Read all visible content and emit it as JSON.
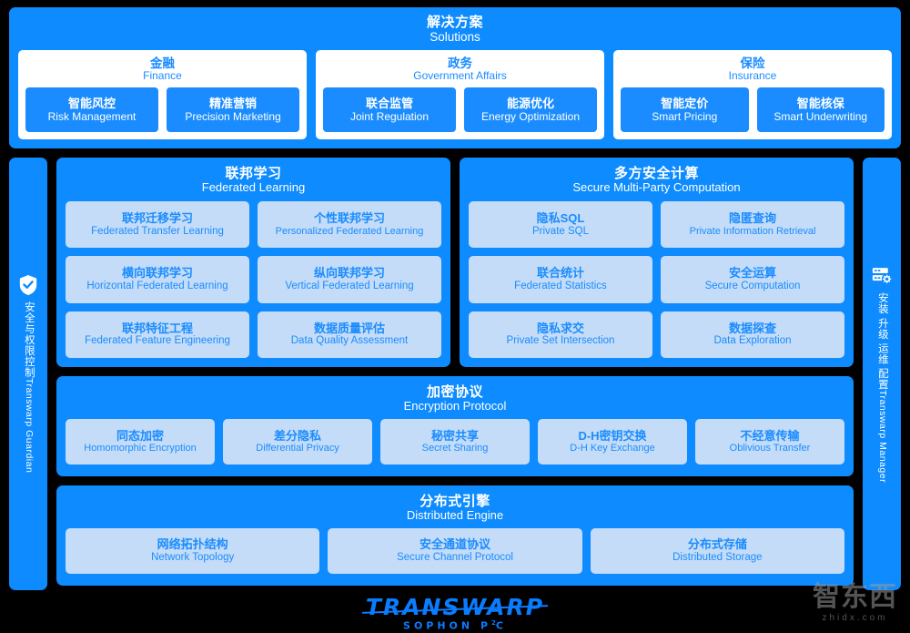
{
  "colors": {
    "background": "#000000",
    "panel_blue": "#0d8bff",
    "accent_blue": "#1a8cff",
    "chip_fill": "#c4dcf7",
    "white": "#ffffff",
    "logo_blue": "#0a7cff"
  },
  "solutions": {
    "cn": "解决方案",
    "en": "Solutions",
    "cards": [
      {
        "cn": "金融",
        "en": "Finance",
        "items": [
          {
            "cn": "智能风控",
            "en": "Risk Management"
          },
          {
            "cn": "精准营销",
            "en": "Precision Marketing"
          }
        ]
      },
      {
        "cn": "政务",
        "en": "Government Affairs",
        "items": [
          {
            "cn": "联合监管",
            "en": "Joint Regulation"
          },
          {
            "cn": "能源优化",
            "en": "Energy Optimization"
          }
        ]
      },
      {
        "cn": "保险",
        "en": "Insurance",
        "items": [
          {
            "cn": "智能定价",
            "en": "Smart Pricing"
          },
          {
            "cn": "智能核保",
            "en": "Smart  Underwriting"
          }
        ]
      }
    ]
  },
  "left_rail": {
    "icon": "shield-check-icon",
    "en": "Transwarp Guardian",
    "cn": "安全与权限控制"
  },
  "right_rail": {
    "icon": "server-gear-icon",
    "en": "Transwarp Manager",
    "cn": "安装 升级 运维 配置"
  },
  "federated_learning": {
    "cn": "联邦学习",
    "en": "Federated Learning",
    "items": [
      {
        "cn": "联邦迁移学习",
        "en": "Federated Transfer Learning"
      },
      {
        "cn": "个性联邦学习",
        "en": "Personalized Federated Learning"
      },
      {
        "cn": "横向联邦学习",
        "en": "Horizontal Federated Learning"
      },
      {
        "cn": "纵向联邦学习",
        "en": "Vertical Federated Learning"
      },
      {
        "cn": "联邦特征工程",
        "en": "Federated Feature Engineering"
      },
      {
        "cn": "数据质量评估",
        "en": "Data Quality Assessment"
      }
    ]
  },
  "secure_mpc": {
    "cn": "多方安全计算",
    "en": "Secure Multi-Party Computation",
    "items": [
      {
        "cn": "隐私SQL",
        "en": "Private SQL"
      },
      {
        "cn": "隐匿查询",
        "en": "Private Information Retrieval"
      },
      {
        "cn": "联合统计",
        "en": "Federated Statistics"
      },
      {
        "cn": "安全运算",
        "en": "Secure Computation"
      },
      {
        "cn": "隐私求交",
        "en": "Private Set Intersection"
      },
      {
        "cn": "数据探查",
        "en": "Data Exploration"
      }
    ]
  },
  "encryption_protocol": {
    "cn": "加密协议",
    "en": "Encryption Protocol",
    "items": [
      {
        "cn": "同态加密",
        "en": "Homomorphic Encryption"
      },
      {
        "cn": "差分隐私",
        "en": "Differential Privacy"
      },
      {
        "cn": "秘密共享",
        "en": "Secret Sharing"
      },
      {
        "cn": "D-H密钥交换",
        "en": "D-H Key Exchange"
      },
      {
        "cn": "不经意传输",
        "en": "Oblivious Transfer"
      }
    ]
  },
  "distributed_engine": {
    "cn": "分布式引擎",
    "en": "Distributed Engine",
    "items": [
      {
        "cn": "网络拓扑结构",
        "en": "Network Topology"
      },
      {
        "cn": "安全通道协议",
        "en": "Secure Channel Protocol"
      },
      {
        "cn": "分布式存储",
        "en": "Distributed Storage"
      }
    ]
  },
  "footer": {
    "logo_word": "TRANSWARP",
    "logo_sub_pre": "SOPHON P",
    "logo_sub_sup": "2",
    "logo_sub_post": "C"
  },
  "watermark": {
    "cn": "智东西",
    "en": "zhidx.com"
  }
}
